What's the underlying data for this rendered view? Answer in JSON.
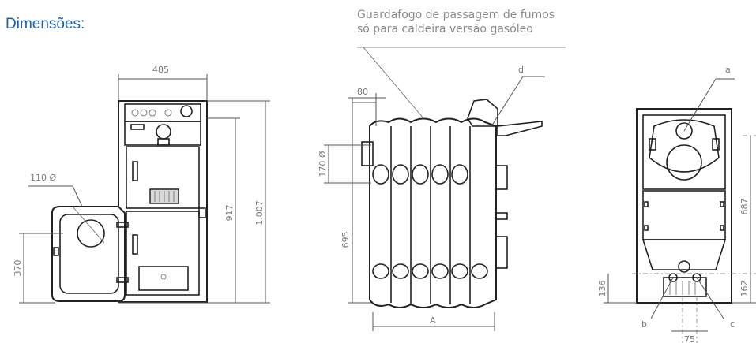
{
  "title": "Dimensões:",
  "note": {
    "line1": "Guardafogo de passagem de fumos",
    "line2": "só para caldeira versão gasóleo"
  },
  "front_view": {
    "width": "485",
    "height_total": "1.007",
    "height_door": "917",
    "flue_diameter": "110 Ø",
    "feeder_height": "370"
  },
  "side_view": {
    "offset_top": "80",
    "flue_diameter": "170 Ø",
    "height": "695",
    "length": "A",
    "label_d": "d"
  },
  "back_view": {
    "label_a": "a",
    "height_upper": "687",
    "height_lower_right": "162",
    "height_lower_left": "136",
    "label_b": "b",
    "label_c": "c",
    "bottom_spacing": "75"
  }
}
